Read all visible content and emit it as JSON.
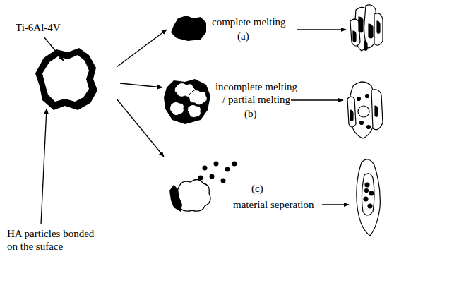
{
  "diagram": {
    "labels": [
      "Ti-6Al-4V",
      "HA particles bonded on the suface",
      "complete melting",
      "(a)",
      "incomplete melting / partial melting",
      "(b)",
      "material seperation",
      "(c)"
    ]
  }
}
